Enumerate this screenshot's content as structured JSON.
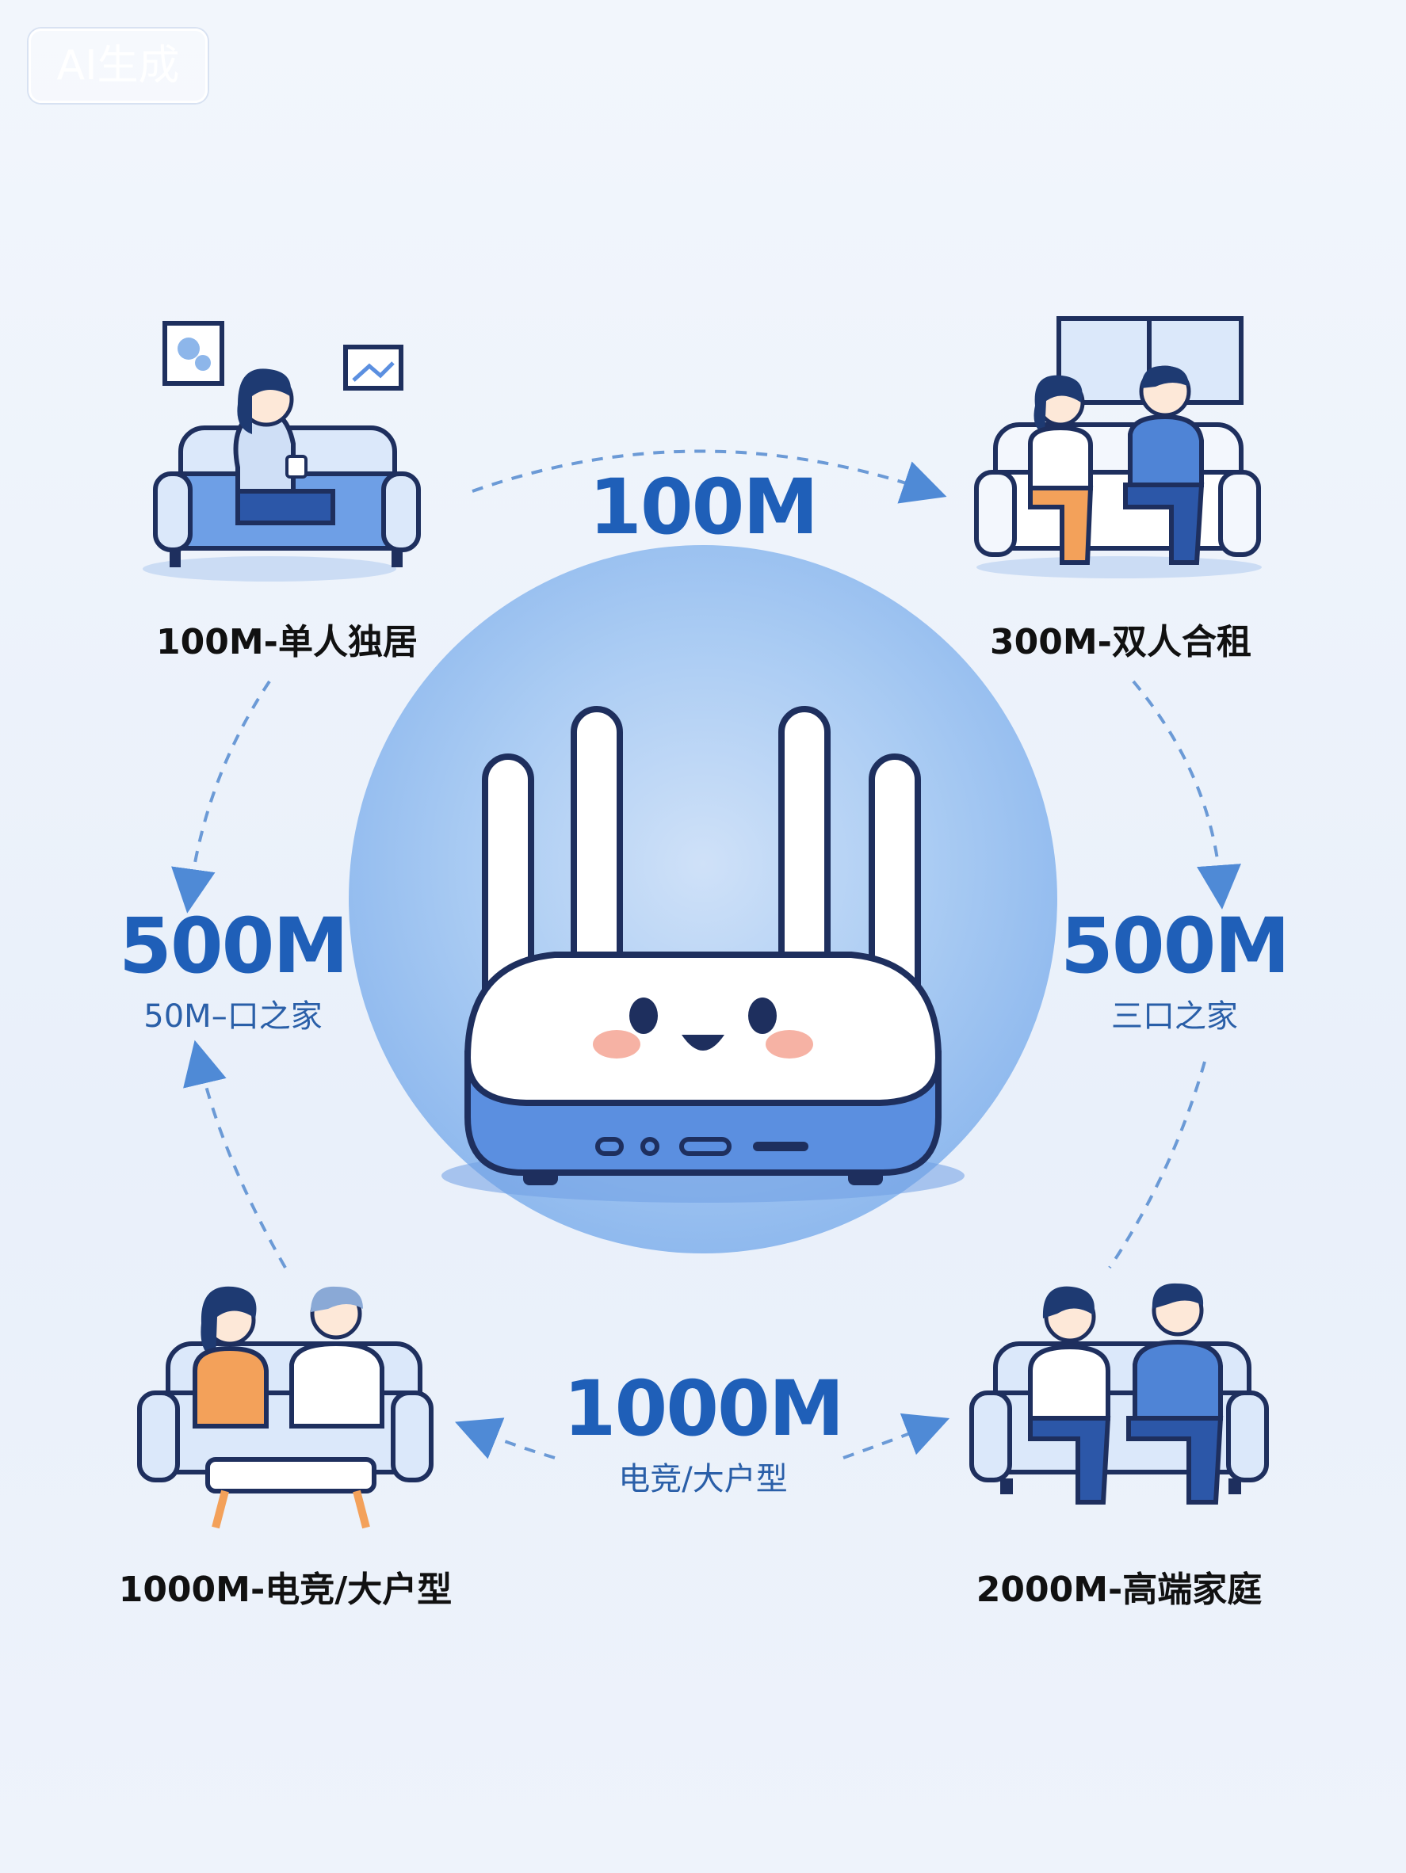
{
  "badge": {
    "label": "AI生成"
  },
  "scenes": {
    "top_left": "100M-单人独居",
    "top_right": "300M-双人合租",
    "bottom_left": "1000M-电竞/大户型",
    "bottom_right": "2000M-高端家庭"
  },
  "speeds": {
    "top": {
      "value": "100M"
    },
    "left": {
      "value": "500M",
      "sub": "50M–口之家"
    },
    "right": {
      "value": "500M",
      "sub": "三口之家"
    },
    "bottom": {
      "value": "1000M",
      "sub": "电竞/大户型"
    }
  },
  "colors": {
    "brand_blue": "#1f5fb8",
    "light_blue": "#a9c8f1",
    "circle_blue": "#9ec4f3",
    "orange": "#f3a15a",
    "dark_navy": "#1e2f5e"
  },
  "icons": [
    "router-icon",
    "single-person-sofa-icon",
    "couple-sofa-icon",
    "family-sofa-icon",
    "arrow-icon"
  ]
}
